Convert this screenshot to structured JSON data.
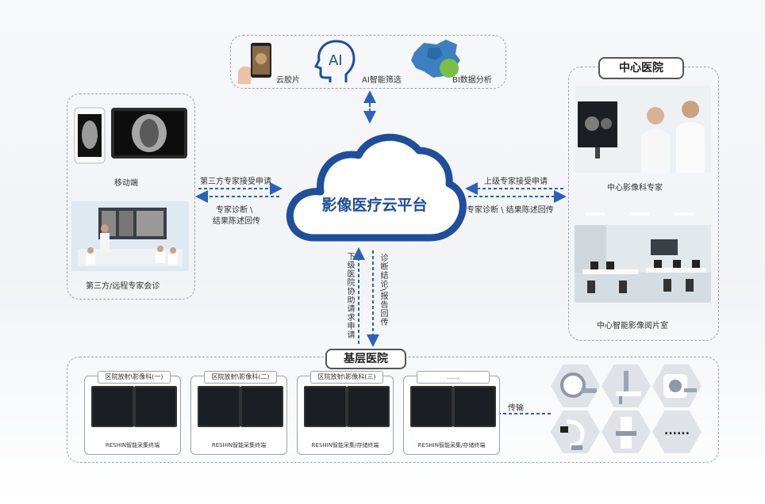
{
  "cloud": {
    "title": "影像医疗云平台"
  },
  "top": {
    "items": [
      "云胶片",
      "AI智能筛选",
      "BI数据分析"
    ],
    "ai_glyph": "AI"
  },
  "left": {
    "mobile_label": "移动端",
    "consult_label": "第三方/远程专家会诊"
  },
  "right": {
    "title": "中心医院",
    "expert_label": "中心影像科专家",
    "room_label": "中心智能影像阅片室"
  },
  "left_arrows": {
    "top": "第三方专家接受申请",
    "bottom_1": "专家诊断 \\",
    "bottom_2": "结果陈述回传"
  },
  "right_arrows": {
    "top": "上级专家接受申请",
    "bottom": "专家诊断 \\ 结果陈述回传"
  },
  "down_arrows": {
    "left": "下级医院协助请求申请",
    "right": "诊断结论\\报告回传"
  },
  "base": {
    "title": "基层医院",
    "stations": [
      {
        "tag": "区院放射\\影像科(一)",
        "caption": "RESHIN智能采集终端"
      },
      {
        "tag": "区院放射\\影像科(二)",
        "caption": "RESHIN智能采集终端"
      },
      {
        "tag": "区院放射\\影像科(三)",
        "caption": "RESHIN智能采集/存储终端"
      },
      {
        "tag": "......",
        "caption": "RESHIN智能采集/存储终端"
      }
    ],
    "transfer_label": "传输",
    "devices": [
      "ct-scanner-icon",
      "dr-xray-icon",
      "mri-scanner-icon",
      "c-arm-icon",
      "mammography-icon",
      "more-devices"
    ],
    "more_dots": "......"
  },
  "colors": {
    "brand": "#1f4e9c",
    "arrow": "#2a62b8",
    "dashed_border": "#9aa3ad"
  }
}
